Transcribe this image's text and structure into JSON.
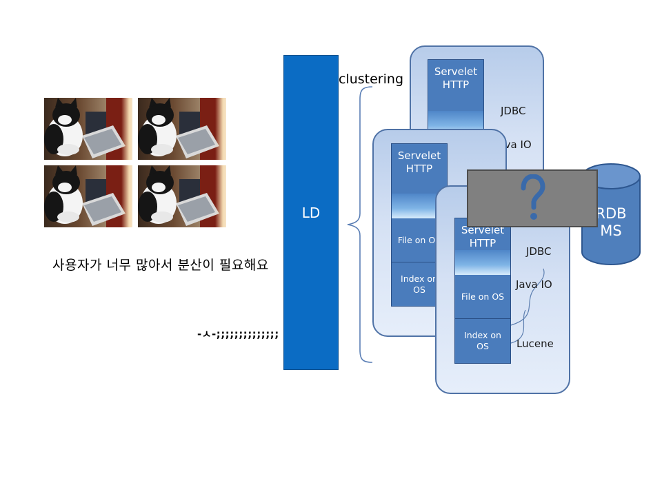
{
  "caption": "사용자가 너무 많아서 분산이 필요해요",
  "emoticon": "-ㅅ-;;;;;;;;;;;;;;",
  "load_balancer": {
    "label": "LD"
  },
  "clustering_label": "clustering",
  "servers": [
    {
      "http_label": "Servelet\nHTTP",
      "jdbc": "JDBC",
      "java_io": "Java IO"
    },
    {
      "http_label": "Servelet\nHTTP",
      "file_label": "File on OS",
      "index_label": "Index on\nOS"
    },
    {
      "http_label": "Servelet\nHTTP",
      "file_label": "File on OS",
      "index_label": "Index on\nOS",
      "jdbc": "JDBC",
      "java_io": "Java IO",
      "lucene": "Lucene"
    }
  ],
  "database": {
    "label": "RDB\nMS"
  },
  "overlay": {
    "symbol": "?"
  },
  "colors": {
    "ld_blue": "#0b6cc4",
    "stack_blue": "#4a7cbc",
    "server_border": "#4f72a6",
    "db_blue": "#4f7fbc",
    "overlay_gray": "#808080",
    "question_blue": "#3a6aaa"
  }
}
